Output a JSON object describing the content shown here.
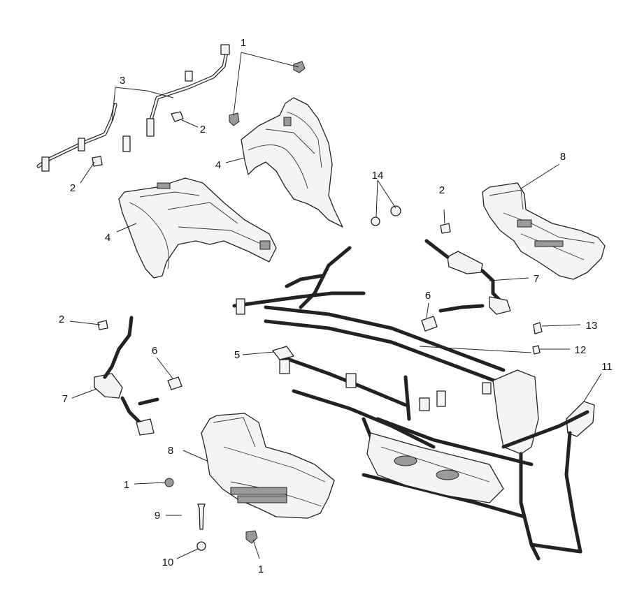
{
  "diagram": {
    "callouts": [
      {
        "id": "c1-top",
        "label": "1"
      },
      {
        "id": "c3",
        "label": "3"
      },
      {
        "id": "c2-a",
        "label": "2"
      },
      {
        "id": "c2-b",
        "label": "2"
      },
      {
        "id": "c4-a",
        "label": "4"
      },
      {
        "id": "c4-b",
        "label": "4"
      },
      {
        "id": "c14",
        "label": "14"
      },
      {
        "id": "c2-c",
        "label": "2"
      },
      {
        "id": "c8-a",
        "label": "8"
      },
      {
        "id": "c7-a",
        "label": "7"
      },
      {
        "id": "c6-a",
        "label": "6"
      },
      {
        "id": "c2-d",
        "label": "2"
      },
      {
        "id": "c6-b",
        "label": "6"
      },
      {
        "id": "c5",
        "label": "5"
      },
      {
        "id": "c13",
        "label": "13"
      },
      {
        "id": "c12",
        "label": "12"
      },
      {
        "id": "c11",
        "label": "11"
      },
      {
        "id": "c7-b",
        "label": "7"
      },
      {
        "id": "c8-b",
        "label": "8"
      },
      {
        "id": "c1-mid",
        "label": "1"
      },
      {
        "id": "c9",
        "label": "9"
      },
      {
        "id": "c10",
        "label": "10"
      },
      {
        "id": "c1-bot",
        "label": "1"
      }
    ]
  }
}
